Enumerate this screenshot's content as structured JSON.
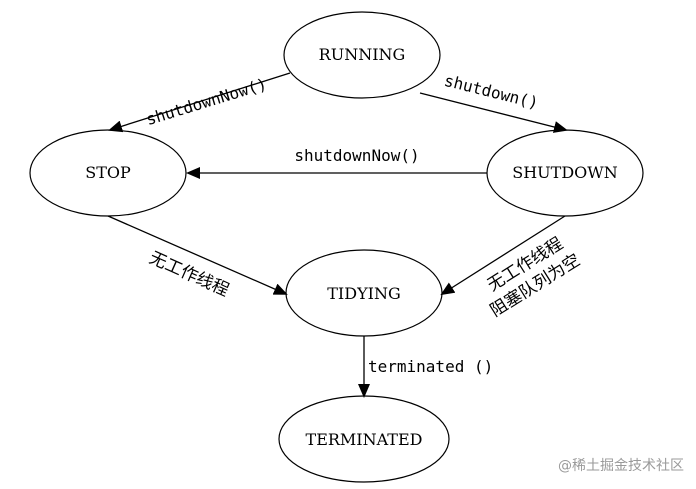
{
  "nodes": {
    "running": "RUNNING",
    "stop": "STOP",
    "shutdown": "SHUTDOWN",
    "tidying": "TIDYING",
    "terminated": "TERMINATED"
  },
  "edges": {
    "running_to_stop": "shutdownNow()",
    "running_to_shutdown": "shutdown()",
    "shutdown_to_stop": "shutdownNow()",
    "stop_to_tidying": "无工作线程",
    "shutdown_to_tidying_line1": "无工作线程",
    "shutdown_to_tidying_line2": "阻塞队列为空",
    "tidying_to_terminated": "terminated ()"
  },
  "watermark": "@稀土掘金技术社区"
}
